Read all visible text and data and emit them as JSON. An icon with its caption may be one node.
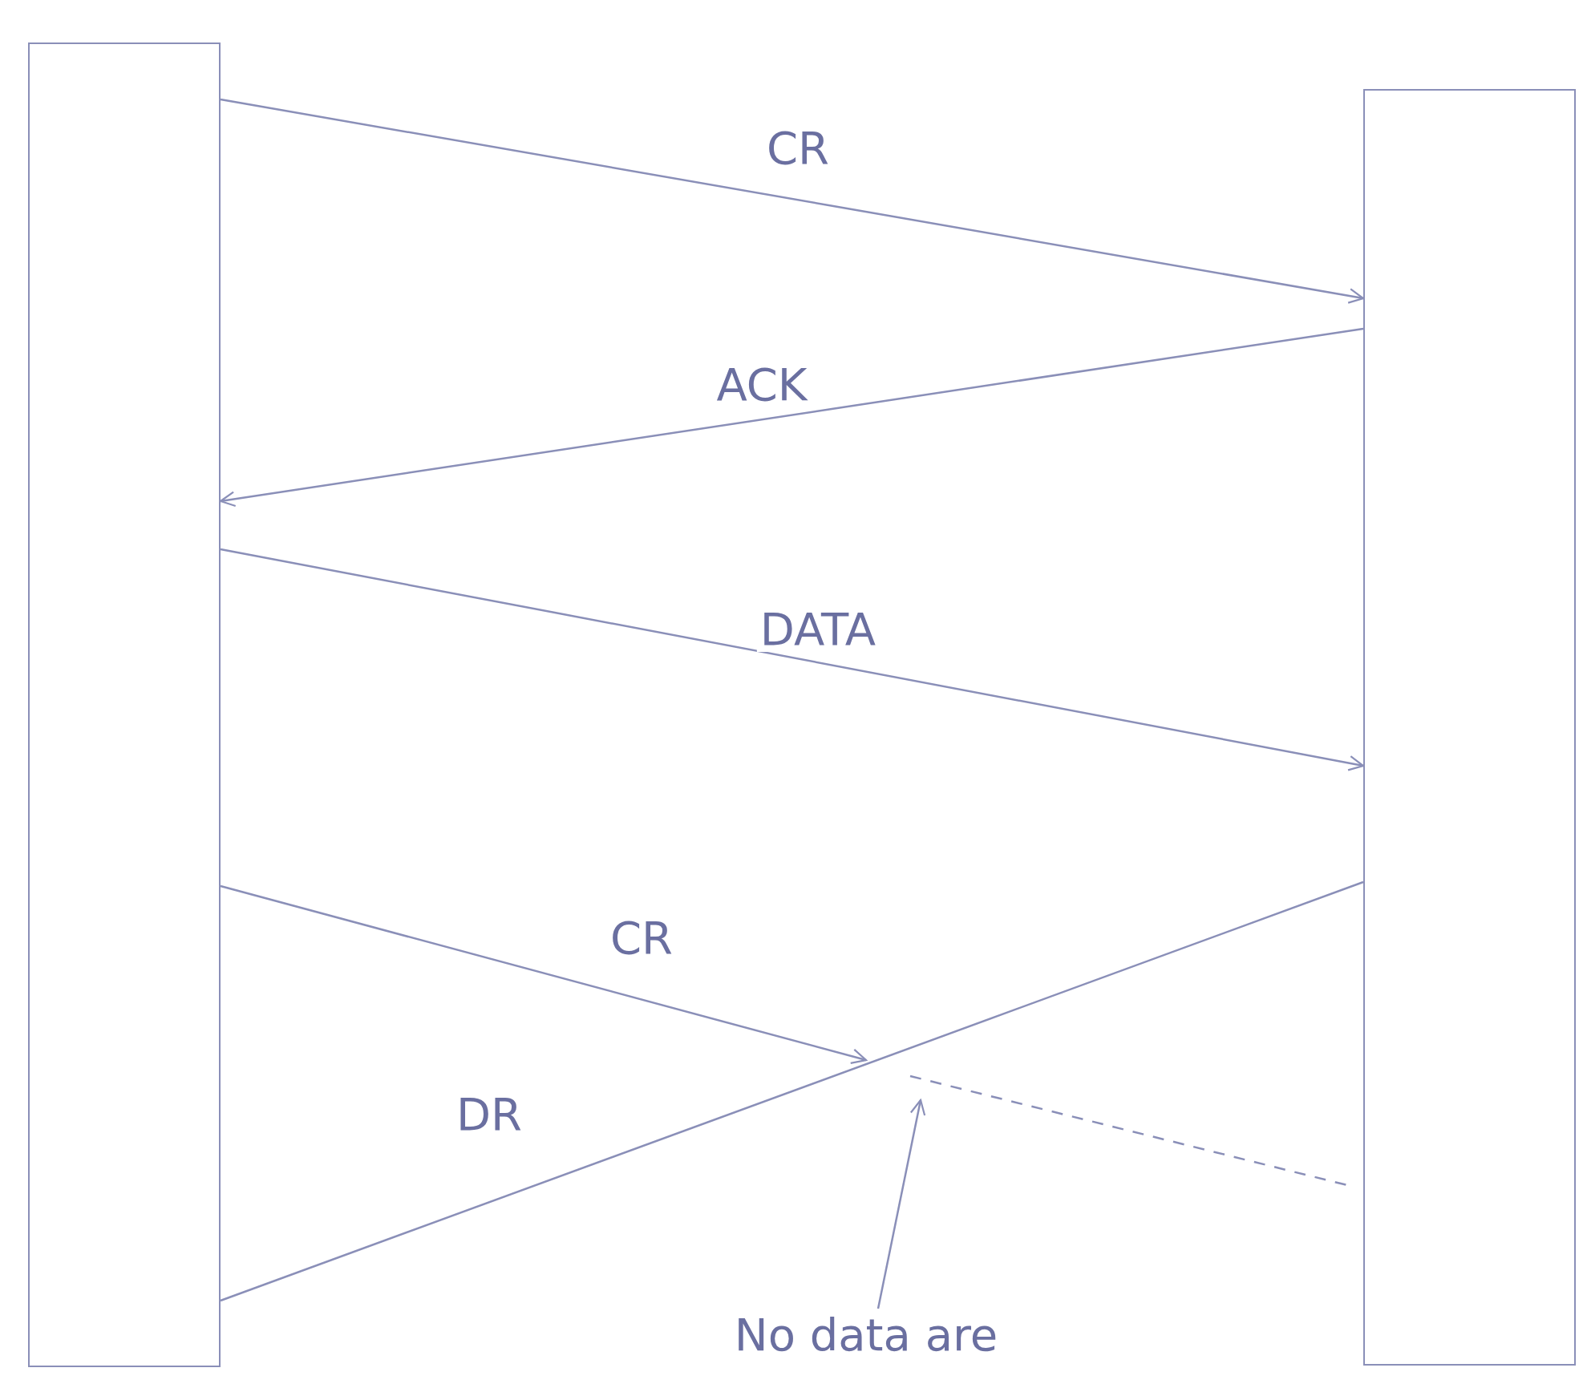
{
  "diagram": {
    "nodes": [
      {
        "text": [],
        "shape": "box"
      },
      {
        "text": [],
        "shape": "box"
      },
      {
        "text": [
          "No data are"
        ]
      }
    ],
    "edges": [
      {
        "from": 0,
        "to": 1,
        "arrow": "to",
        "label": "CR"
      },
      {
        "from": 1,
        "to": 0,
        "arrow": "to",
        "label": "ACK"
      },
      {
        "from": 0,
        "to": 1,
        "arrow": "to",
        "label": "DATA"
      },
      {
        "from": 0,
        "to": null,
        "arrow": "to",
        "label": "CR"
      },
      {
        "from": 1,
        "to": 0,
        "arrow": "none",
        "label": "DR"
      },
      {
        "from": 2,
        "to": null,
        "arrow": "to"
      }
    ]
  }
}
